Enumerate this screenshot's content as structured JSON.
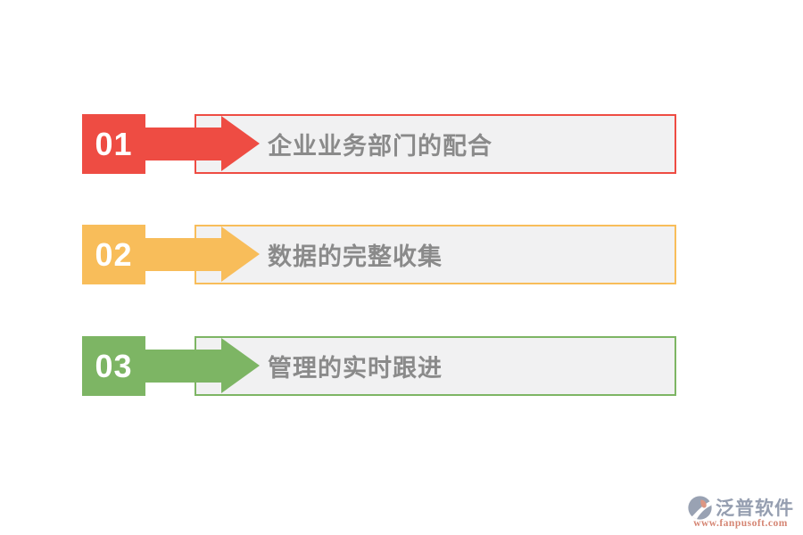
{
  "items": [
    {
      "number": "01",
      "label": "企业业务部门的配合",
      "accent": "#ee4c43"
    },
    {
      "number": "02",
      "label": "数据的完整收集",
      "accent": "#f8bd5a"
    },
    {
      "number": "03",
      "label": "管理的实时跟进",
      "accent": "#7db564"
    }
  ],
  "box": {
    "fill": "#f1f1f2",
    "text_color": "#8a8a8a"
  },
  "footer": {
    "brand": "泛普软件",
    "url": "www.fanpusoft.com",
    "brand_color": "#959eb0",
    "url_color": "#d58573",
    "icon": "fanpu-logo-icon",
    "icon_main_color": "#99a2b3",
    "icon_accent_color": "#dd9683"
  }
}
